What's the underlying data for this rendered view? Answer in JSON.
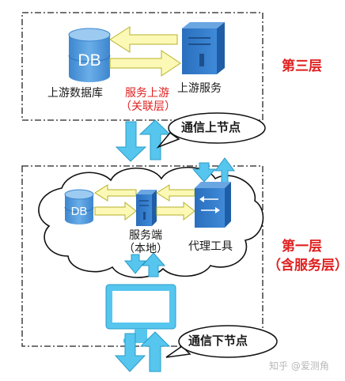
{
  "top_layer": {
    "title": "第三层",
    "db_icon_text": "DB",
    "upstream_db_label": "上游数据库",
    "service_upstream_label": "服务上游",
    "service_upstream_note": "（关联层）",
    "upstream_service_label": "上游服务"
  },
  "upper_node": {
    "label": "通信上节点"
  },
  "bottom_layer": {
    "title": "第一层",
    "subtitle": "（含服务层）",
    "db_icon_text": "DB",
    "server_label_line1": "服务端",
    "server_label_line2": "（本地）",
    "proxy_label": "代理工具"
  },
  "lower_node": {
    "label": "通信下节点"
  },
  "watermark": "知乎 @爱测角",
  "colors": {
    "db_blue": "#4a94d8",
    "server_blue": "#2d76c8",
    "arrow_yellow_fill": "#fcf8b6",
    "arrow_yellow_stroke": "#b6b228",
    "arrow_cyan": "#56c6ee",
    "title_red": "#e02020"
  }
}
